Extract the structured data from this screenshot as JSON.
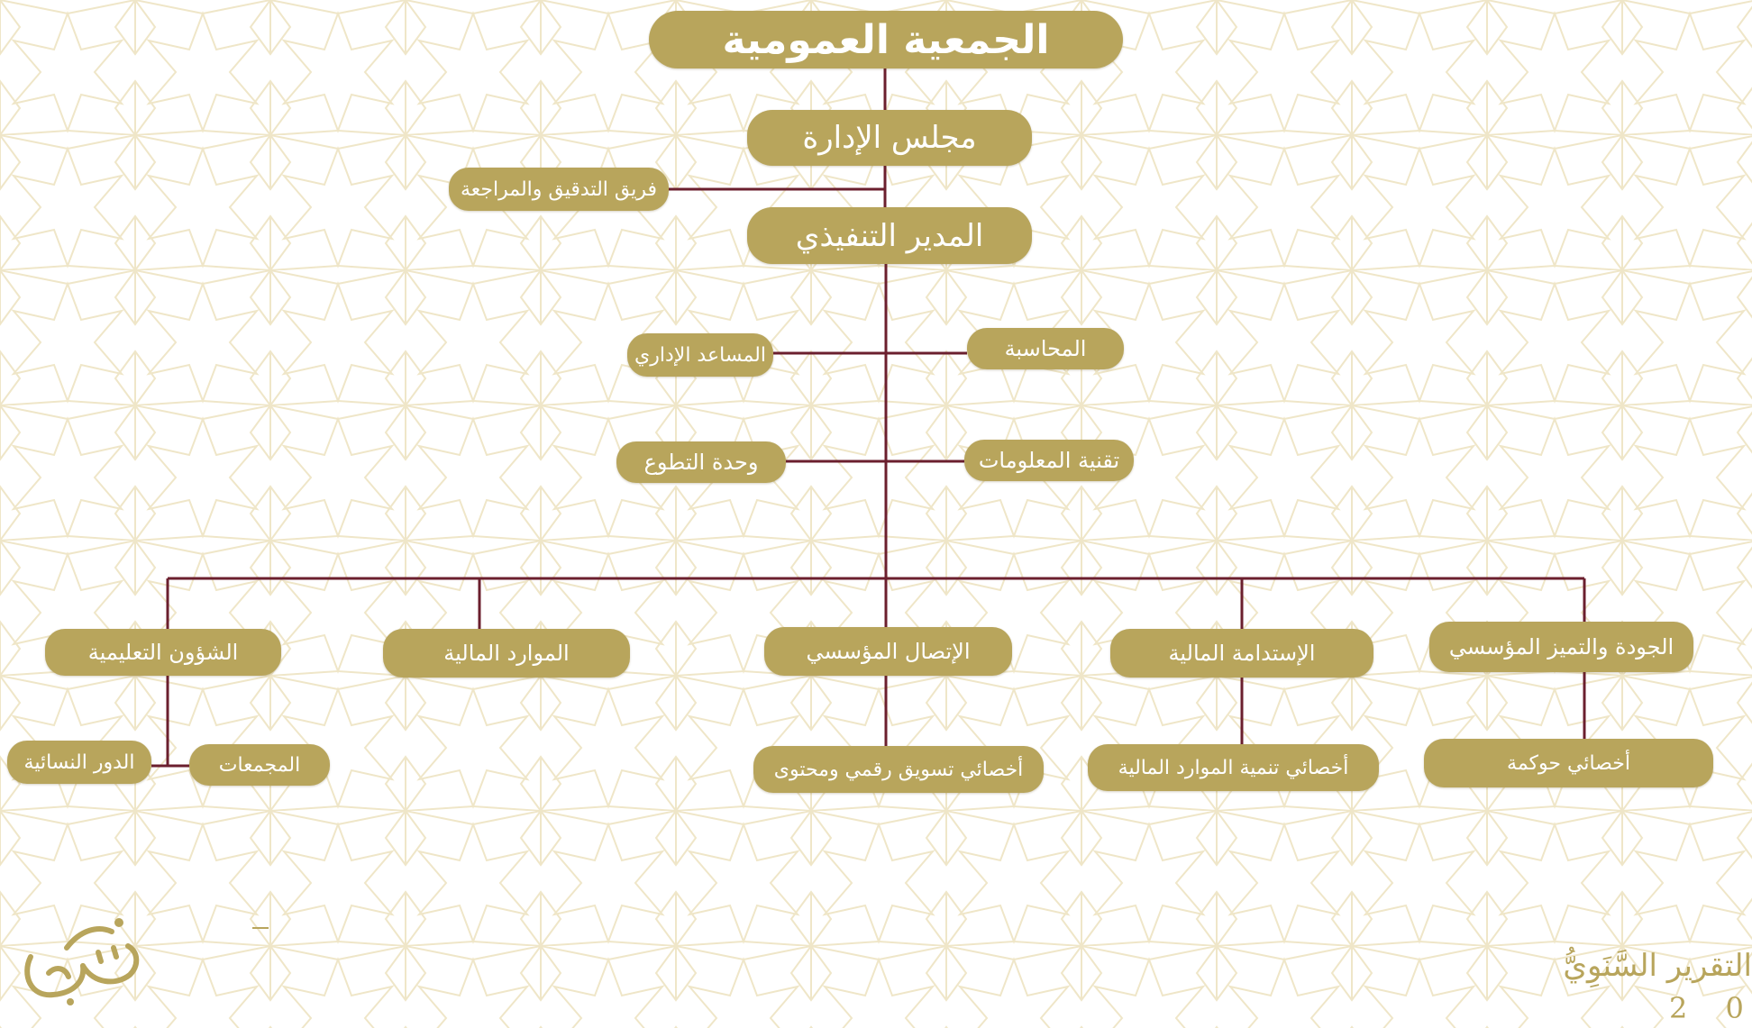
{
  "colors": {
    "node_fill": "#b8a55c",
    "node_text": "#ffffff",
    "connector": "#6b1f2e",
    "pattern": "#ece3c4"
  },
  "org_chart": {
    "general_assembly": "الجمعية العمومية",
    "board": "مجلس الإدارة",
    "audit_team": "فريق التدقيق والمراجعة",
    "executive_director": "المدير التنفيذي",
    "accounting": "المحاسبة",
    "admin_assistant": "المساعد الإداري",
    "it": "تقنية المعلومات",
    "volunteer_unit": "وحدة التطوع",
    "departments": [
      {
        "name": "الجودة والتميز المؤسسي",
        "children": [
          "أخصائي حوكمة"
        ]
      },
      {
        "name": "الإستدامة المالية",
        "children": [
          "أخصائي تنمية الموارد المالية"
        ]
      },
      {
        "name": "الإتصال المؤسسي",
        "children": [
          "أخصائي تسويق رقمي ومحتوى"
        ]
      },
      {
        "name": "الموارد المالية",
        "children": []
      },
      {
        "name": "الشؤون التعليمية",
        "children": [
          "المجمعات",
          "الدور النسائية"
        ]
      }
    ]
  },
  "footer": {
    "title": "التقرير السَّنَوِيُّ",
    "year": "2 0"
  },
  "icons": {
    "logo": "calligraphy-logo-icon"
  }
}
